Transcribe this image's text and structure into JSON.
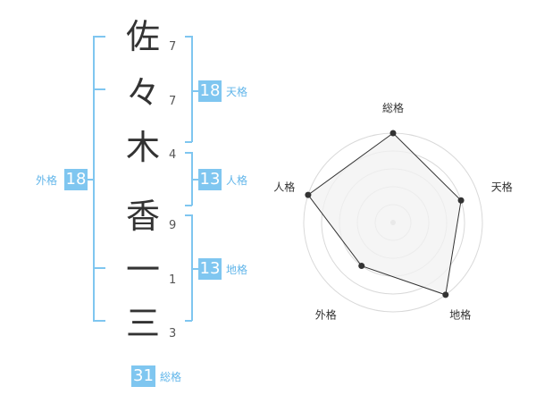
{
  "name": {
    "chars": [
      {
        "char": "佐",
        "strokes": "7"
      },
      {
        "char": "々",
        "strokes": "7"
      },
      {
        "char": "木",
        "strokes": "4"
      },
      {
        "char": "香",
        "strokes": "9"
      },
      {
        "char": "一",
        "strokes": "1"
      },
      {
        "char": "三",
        "strokes": "3"
      }
    ]
  },
  "fortunes": {
    "gaikaku": {
      "label": "外格",
      "value": "18"
    },
    "tenkaku": {
      "label": "天格",
      "value": "18"
    },
    "jinkaku": {
      "label": "人格",
      "value": "13"
    },
    "chikaku": {
      "label": "地格",
      "value": "13"
    },
    "soukaku": {
      "label": "総格",
      "value": "31"
    }
  },
  "chart_data": {
    "type": "radar",
    "axes": [
      "総格",
      "天格",
      "地格",
      "外格",
      "人格"
    ],
    "values": [
      5,
      4,
      5,
      3,
      5
    ],
    "max": 5,
    "colors": {
      "fill": "#f2f2f2",
      "stroke": "#333333",
      "grid": "#d9d9d9",
      "dot": "#333333"
    }
  }
}
